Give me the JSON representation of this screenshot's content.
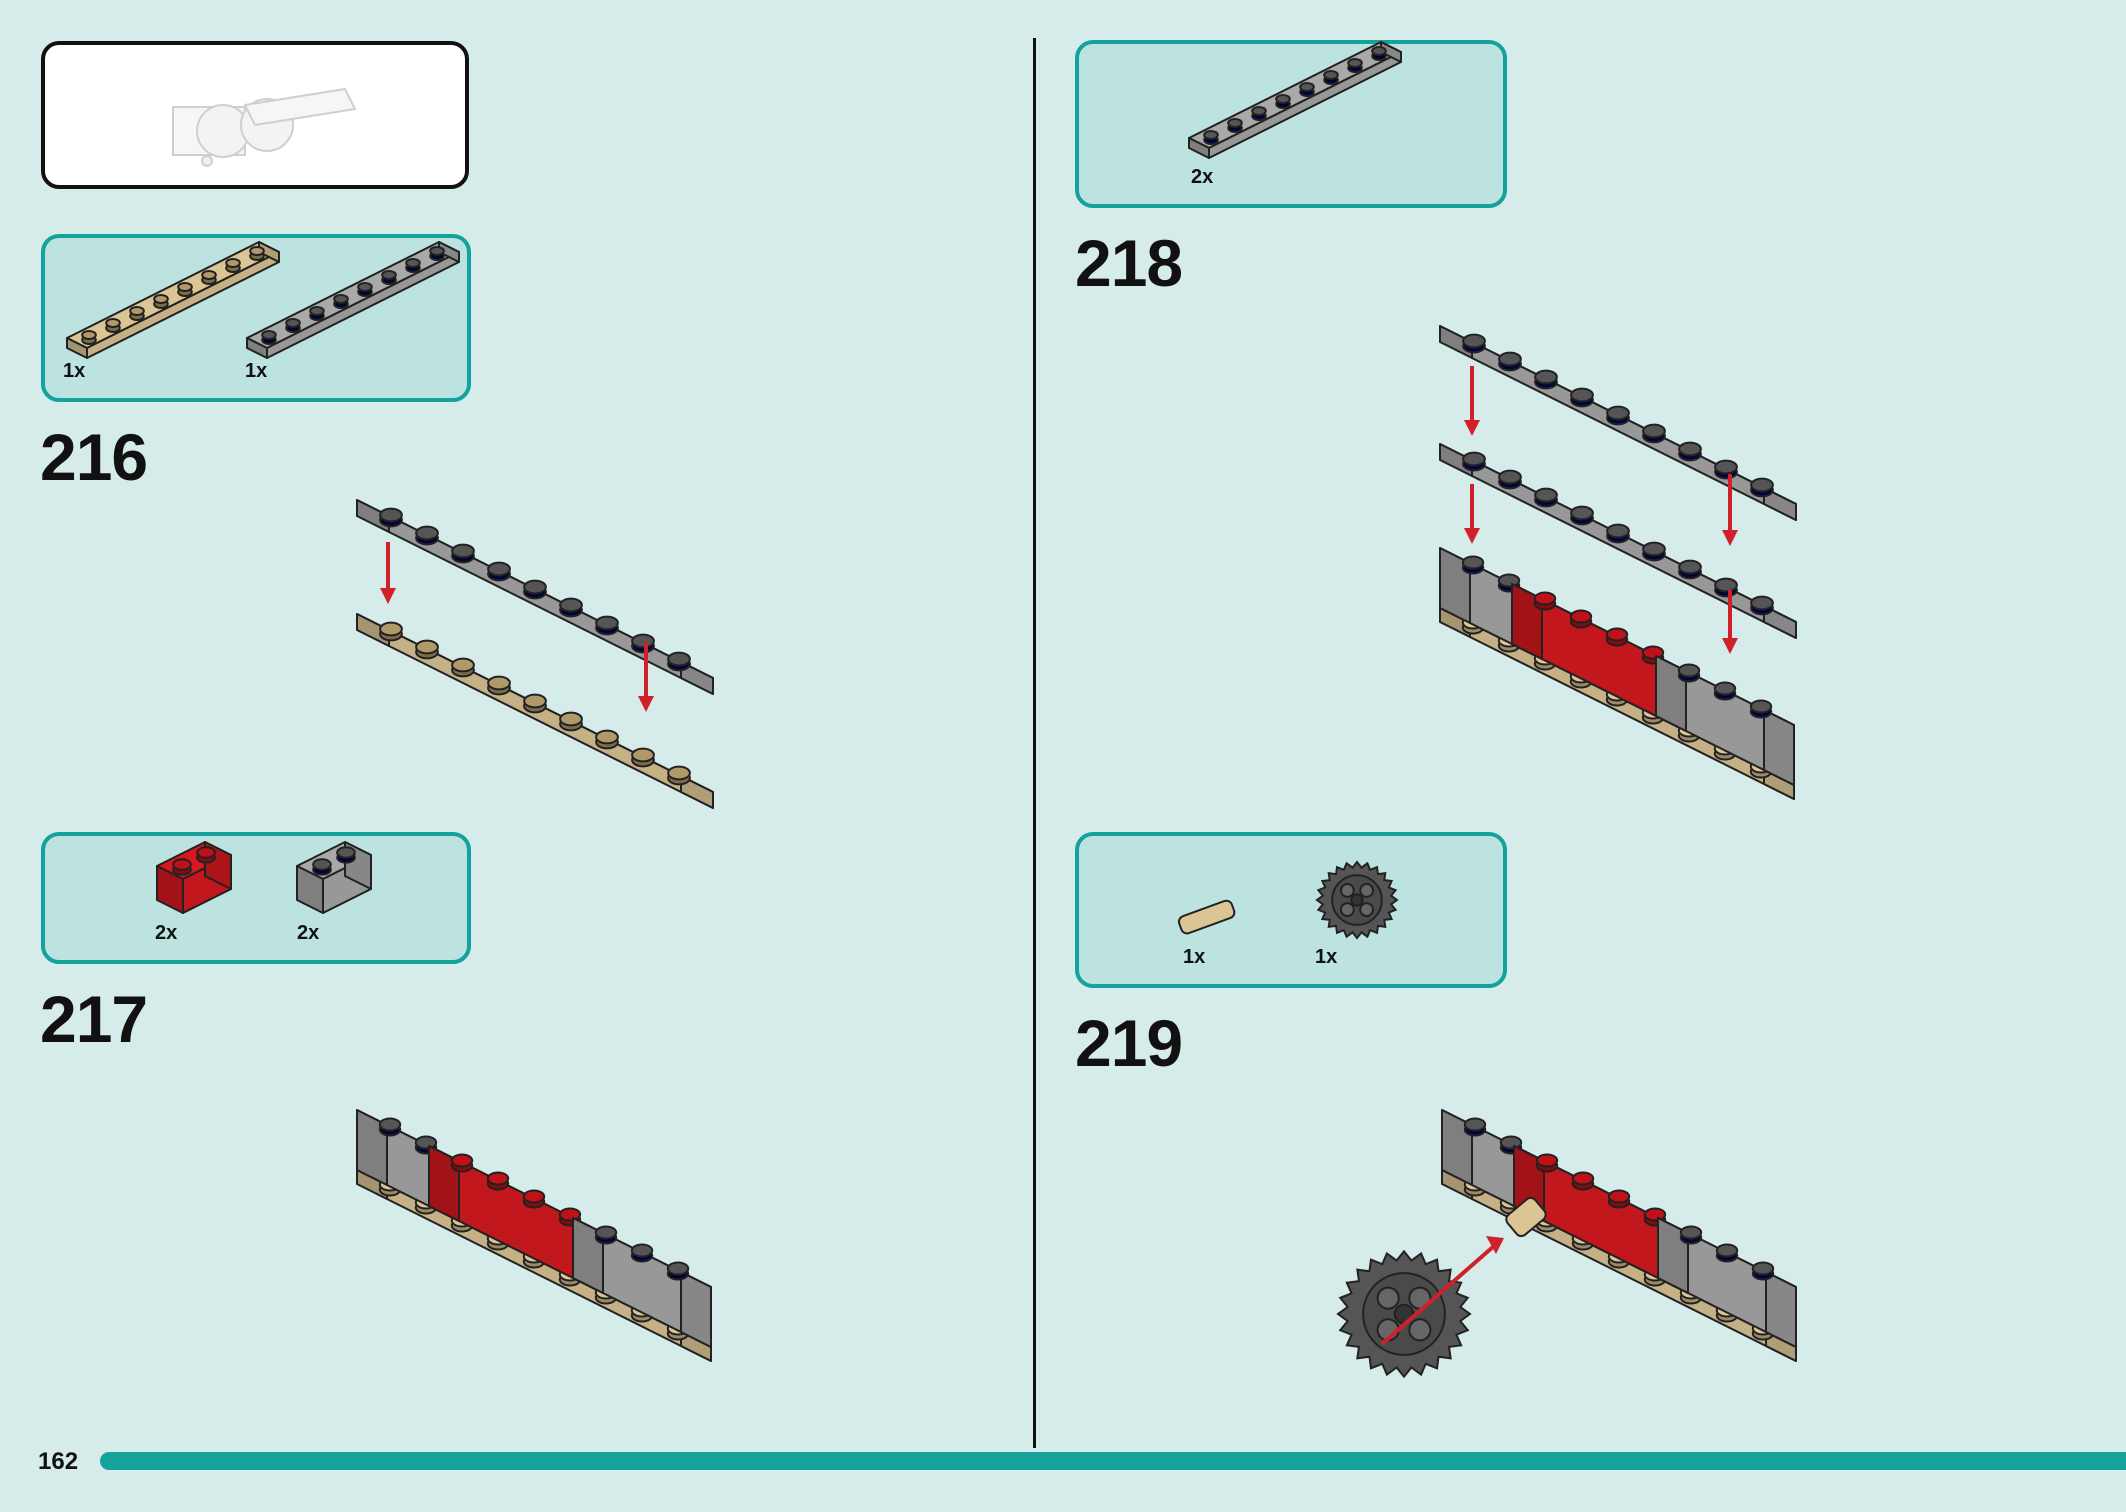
{
  "page": {
    "number": "162"
  },
  "colors": {
    "background": "#d6ecea",
    "accent": "#13a39c",
    "parts_box": "#bde3e1",
    "red": "#d7191f",
    "gray": "#a9a9a9",
    "tan": "#dcc595",
    "arrow": "#d0202a"
  },
  "steps": [
    {
      "number": "216",
      "parts": [
        {
          "qty": "1x",
          "icon": "tan-plate-1x8-icon"
        },
        {
          "qty": "1x",
          "icon": "gray-plate-1x8-icon"
        }
      ]
    },
    {
      "number": "217",
      "parts": [
        {
          "qty": "2x",
          "icon": "red-technic-brick-1x2-icon"
        },
        {
          "qty": "2x",
          "icon": "gray-brick-1x2-icon"
        }
      ]
    },
    {
      "number": "218",
      "parts": [
        {
          "qty": "2x",
          "icon": "gray-plate-1x8-icon"
        }
      ]
    },
    {
      "number": "219",
      "parts": [
        {
          "qty": "1x",
          "icon": "tan-axle-pin-icon"
        },
        {
          "qty": "1x",
          "icon": "dark-gray-gear-24-tooth-icon"
        }
      ]
    }
  ]
}
